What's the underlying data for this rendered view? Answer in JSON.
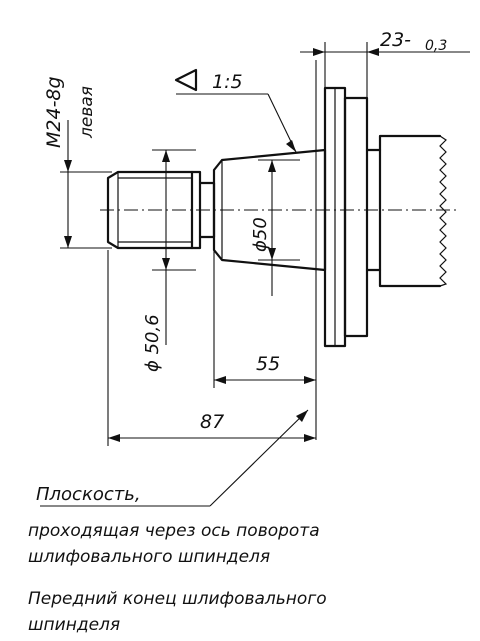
{
  "labels": {
    "thread": "M24-8g",
    "thread_note": "левая",
    "taper": "1:5",
    "top_dim": "23-",
    "top_dim_tol": "0,3",
    "diameter_cone": "ϕ50",
    "diameter_body": "ϕ 50,6",
    "length_55": "55",
    "length_87": "87"
  },
  "notes": {
    "line1": "Плоскость,",
    "line2": "проходящая через ось поворота",
    "line3": "шлифовального шпинделя",
    "line4": "Передний конец шлифовального",
    "line5": "шпинделя"
  }
}
